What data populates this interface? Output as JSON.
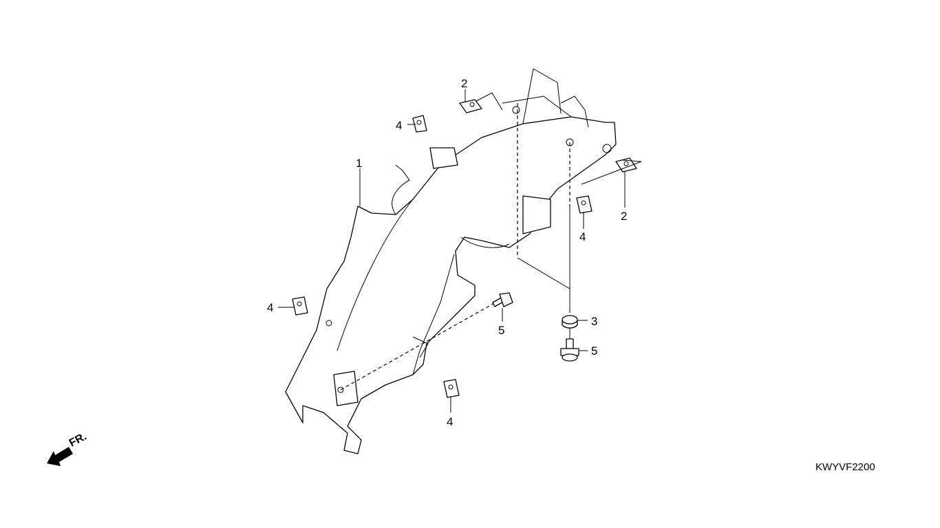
{
  "diagram": {
    "callouts": [
      {
        "id": "1",
        "label": "1"
      },
      {
        "id": "2a",
        "label": "2"
      },
      {
        "id": "2b",
        "label": "2"
      },
      {
        "id": "3",
        "label": "3"
      },
      {
        "id": "4a",
        "label": "4"
      },
      {
        "id": "4b",
        "label": "4"
      },
      {
        "id": "4c",
        "label": "4"
      },
      {
        "id": "4d",
        "label": "4"
      },
      {
        "id": "5a",
        "label": "5"
      },
      {
        "id": "5b",
        "label": "5"
      }
    ],
    "direction_label": "FR.",
    "diagram_code": "KWYVF2200"
  }
}
